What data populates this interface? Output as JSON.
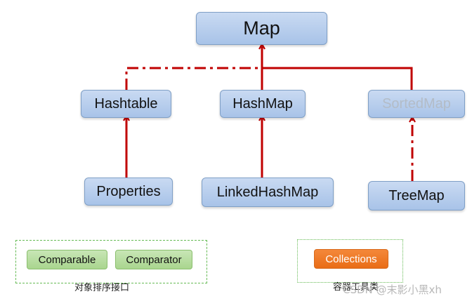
{
  "nodes": {
    "map": "Map",
    "hashtable": "Hashtable",
    "hashmap": "HashMap",
    "sortedmap": "SortedMap",
    "properties": "Properties",
    "linkedhashmap": "LinkedHashMap",
    "treemap": "TreeMap"
  },
  "groups": {
    "sorting": {
      "caption": "对象排序接口",
      "items": [
        "Comparable",
        "Comparator"
      ]
    },
    "tools": {
      "caption": "容器工具类",
      "items": [
        "Collections"
      ]
    }
  },
  "watermark": "CSDN @末影小黑xh",
  "colors": {
    "arrow": "#c00000",
    "node_fill": "#b3cbec",
    "group_border": "#66bb55",
    "chip_green": "#b6dca0",
    "chip_orange": "#ee7623"
  }
}
